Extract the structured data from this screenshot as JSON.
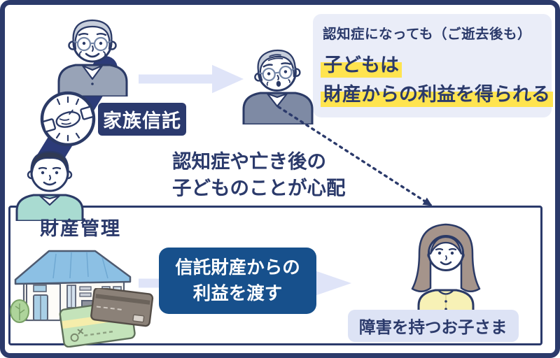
{
  "colors": {
    "navy": "#2b3a6b",
    "band_navy": "#2c3b78",
    "action_blue": "#17508c",
    "arrow_lavender": "#dfe4f8",
    "panel_lavender": "#eaedf8",
    "label_lavender": "#dde3f5",
    "highlight_yellow": "#ffe44f"
  },
  "panel": {
    "line1": "認知症になっても（ご逝去後も）",
    "line2": "子どもは",
    "line3": "財産からの利益を得られる"
  },
  "badge": {
    "label": "家族信託"
  },
  "worry": {
    "line1": "認知症や亡き後の",
    "line2": "子どものことが心配"
  },
  "property": {
    "title": "財産管理"
  },
  "action": {
    "line1": "信託財産からの",
    "line2": "利益を渡す"
  },
  "child": {
    "label": "障害を持つお子さま"
  },
  "icons": {
    "handshake": "handshake-icon"
  }
}
